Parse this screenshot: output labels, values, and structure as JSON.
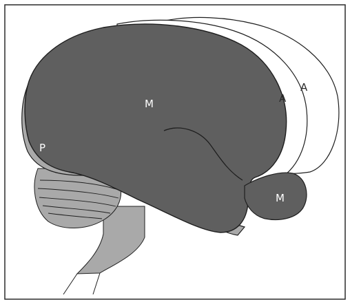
{
  "colors": {
    "frame": "#2a2a2a",
    "outline": "#1e1e1e",
    "region_m": "#5f5f5f",
    "region_p": "#a9a9a9",
    "region_a": "#ffffff",
    "background": "#ffffff"
  },
  "labels": {
    "m_main": "M",
    "m_small": "M",
    "p": "P",
    "a_inner": "A",
    "a_outer": "A"
  }
}
